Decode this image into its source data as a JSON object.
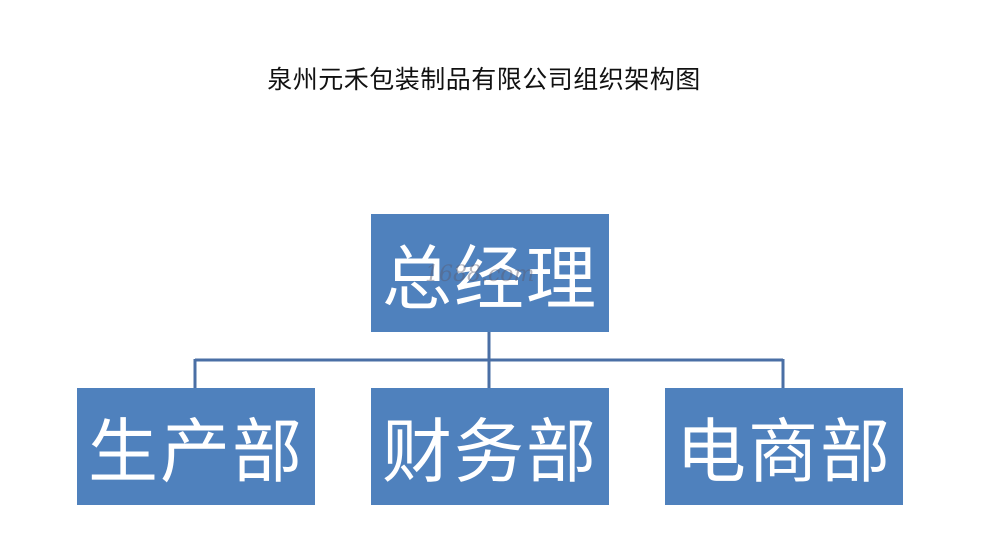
{
  "title": "泉州元禾包装制品有限公司组织架构图",
  "root": {
    "label": "总经理"
  },
  "departments": [
    {
      "label": "生产部"
    },
    {
      "label": "财务部"
    },
    {
      "label": "电商部"
    }
  ],
  "watermark": "1688.com",
  "colors": {
    "box_fill": "#4f81bd",
    "box_text": "#ffffff",
    "connector": "#4a6fa5",
    "title_text": "#111111"
  }
}
